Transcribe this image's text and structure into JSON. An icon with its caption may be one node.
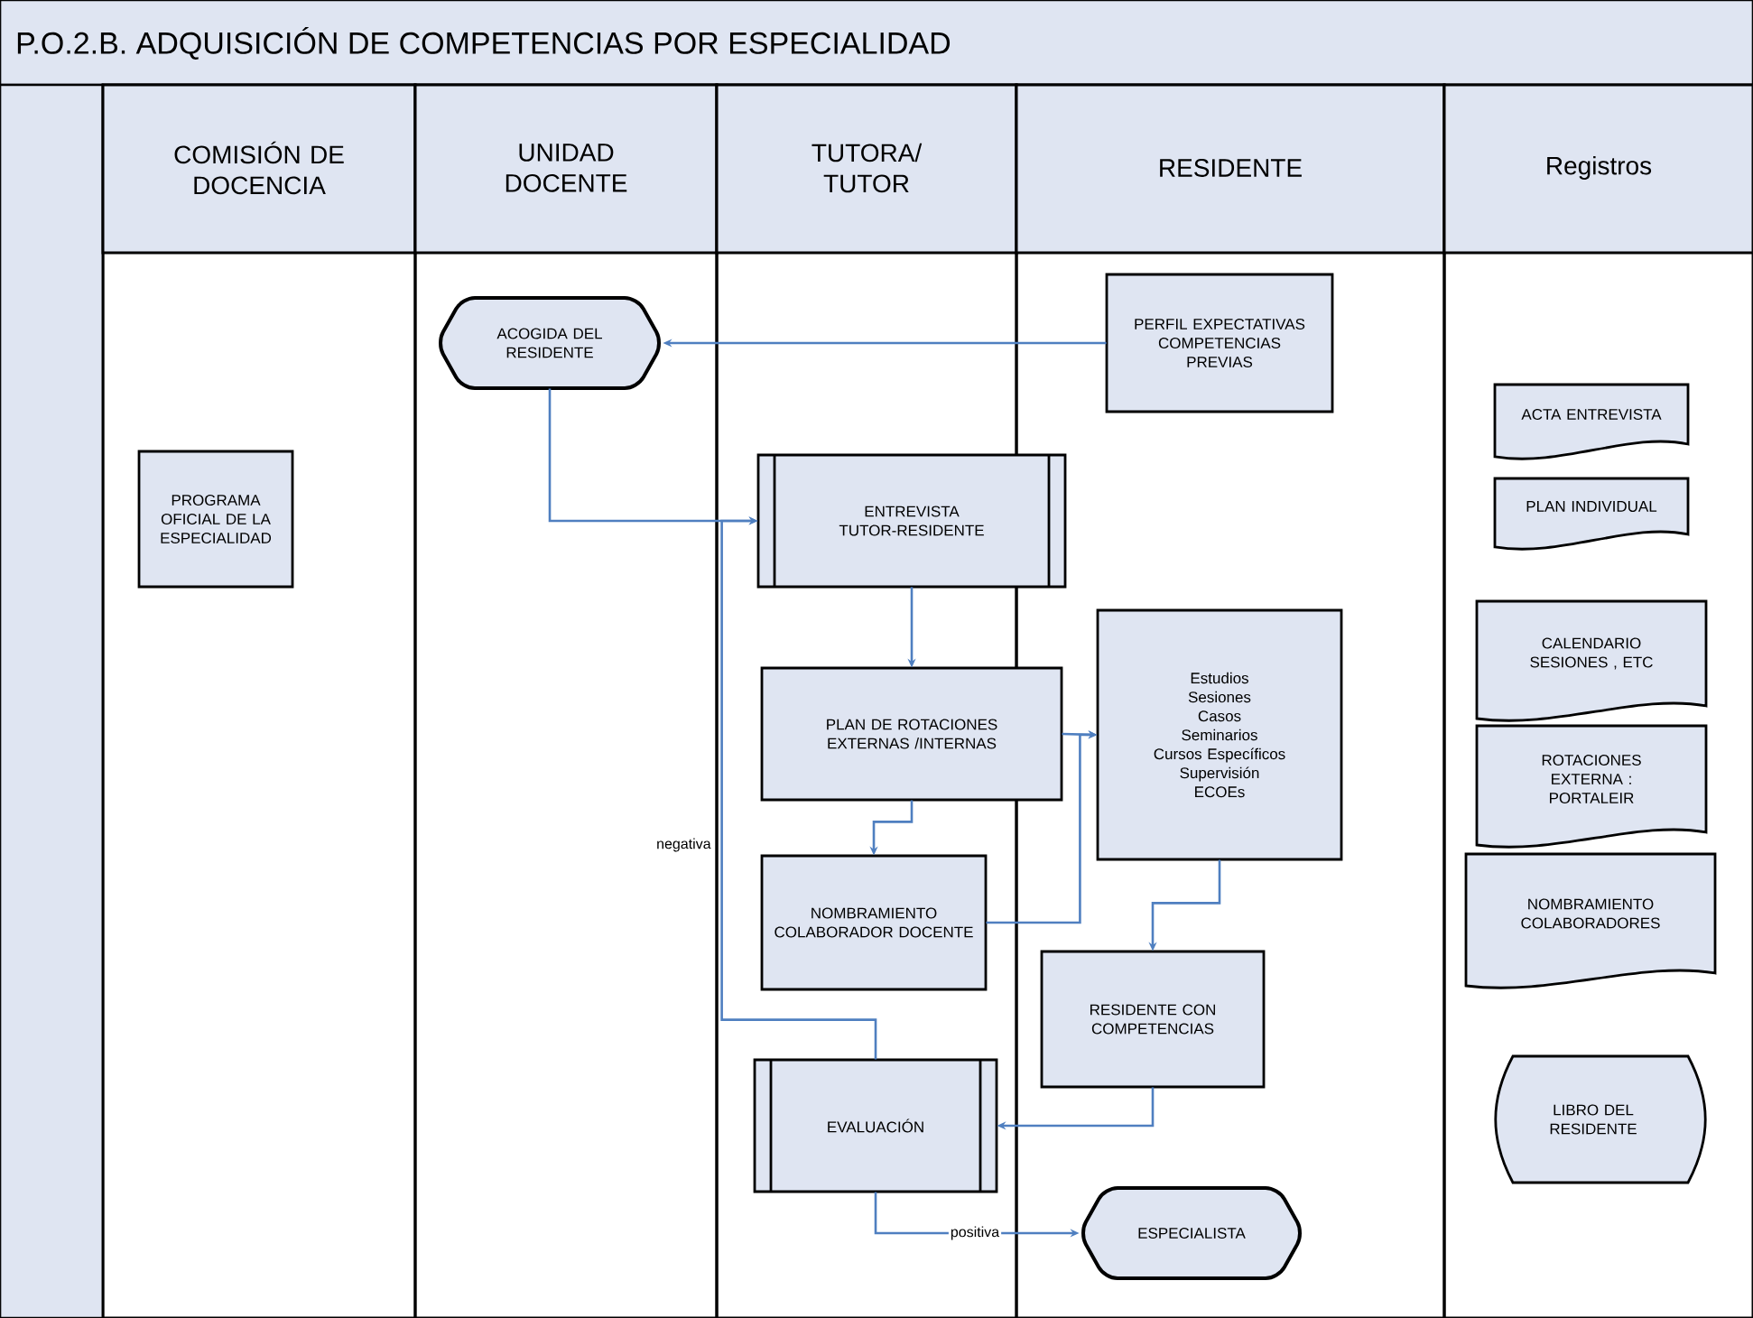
{
  "diagram": {
    "title": "P.O.2.B. ADQUISICIÓN DE COMPETENCIAS POR ESPECIALIDAD",
    "nodes": [
      {
        "text": [
          "COMISIÓN DE DOCENCIA"
        ]
      },
      {
        "text": [
          "PROGRAMA OFICIAL DE LA ESPECIALIDAD"
        ],
        "in": 0
      },
      {
        "text": [
          "UNIDAD DOCENTE"
        ]
      },
      {
        "text": [
          "ACOGIDA DEL RESIDENTE"
        ],
        "in": 2
      },
      {
        "text": [
          "TUTORA/ TUTOR"
        ]
      },
      {
        "text": [
          "ENTREVISTA TUTOR-RESIDENTE"
        ]
      },
      {
        "text": [
          "PLAN DE ROTACIONES EXTERNAS /INTERNAS"
        ]
      },
      {
        "text": [
          "NOMBRAMIENTO COLABORADOR DOCENTE"
        ],
        "in": 4
      },
      {
        "text": [
          "EVALUACIÓN"
        ],
        "in": 4
      },
      {
        "text": [
          "RESIDENTE"
        ]
      },
      {
        "text": [
          "PERFIL EXPECTATIVAS COMPETENCIAS PREVIAS"
        ],
        "in": 9
      },
      {
        "text": [
          "Estudios",
          "Sesiones",
          "Casos",
          "Seminarios",
          "Cursos Específicos",
          "Supervisión",
          "ECOEs"
        ],
        "in": 9
      },
      {
        "text": [
          "RESIDENTE CON COMPETENCIAS"
        ],
        "in": 9
      },
      {
        "text": [
          "ESPECIALISTA"
        ],
        "in": 9
      },
      {
        "text": [
          "Registros"
        ]
      },
      {
        "text": [
          "ACTA ENTREVISTA"
        ],
        "in": 14
      },
      {
        "text": [
          "PLAN INDIVIDUAL"
        ],
        "in": 14
      },
      {
        "text": [
          "CALENDARIO SESIONES , ETC"
        ],
        "in": 14
      },
      {
        "text": [
          "ROTACIONES EXTERNA : PORTALEIR"
        ],
        "in": 14
      },
      {
        "text": [
          "NOMBRAMIENTO COLABORADORES"
        ],
        "in": 14
      },
      {
        "text": [
          "LIBRO DEL RESIDENTE"
        ],
        "in": 14
      }
    ],
    "edges": [
      {
        "from": 10,
        "to": 3,
        "arrow": "to"
      },
      {
        "from": 3,
        "to": 5,
        "arrow": "to"
      },
      {
        "from": 5,
        "to": 6,
        "arrow": "to"
      },
      {
        "from": 6,
        "to": 7,
        "arrow": "to"
      },
      {
        "from": 6,
        "to": 11,
        "arrow": "to"
      },
      {
        "from": 7,
        "to": 11,
        "arrow": "to"
      },
      {
        "from": 11,
        "to": 12,
        "arrow": "to"
      },
      {
        "from": 12,
        "to": 8,
        "arrow": "to"
      },
      {
        "from": 8,
        "to": 5,
        "arrow": "to",
        "label": "negativa"
      },
      {
        "from": 8,
        "to": 13,
        "arrow": "to",
        "label": "positiva"
      }
    ]
  }
}
